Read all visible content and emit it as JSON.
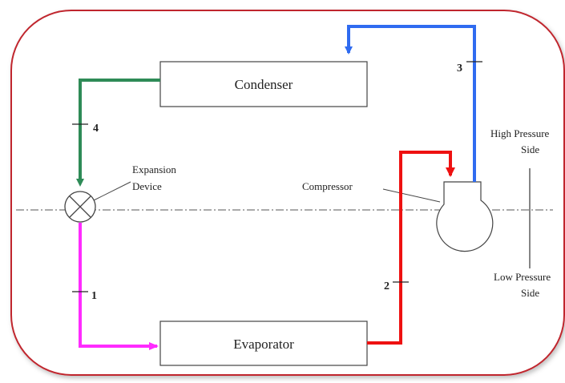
{
  "components": {
    "condenser": "Condenser",
    "evaporator": "Evaporator",
    "compressor": "Compressor",
    "expansion_line1": "Expansion",
    "expansion_line2": "Device"
  },
  "sides": {
    "high_line1": "High Pressure",
    "high_line2": "Side",
    "low_line1": "Low Pressure",
    "low_line2": "Side"
  },
  "state_points": {
    "p1": "1",
    "p2": "2",
    "p3": "3",
    "p4": "4"
  },
  "colors": {
    "frame": "#c0282f",
    "line_1": "#ff2bff",
    "line_2": "#ee1111",
    "line_3": "#2f6bf0",
    "line_4": "#2e8b57",
    "divider": "#555555",
    "outline": "#444444"
  }
}
